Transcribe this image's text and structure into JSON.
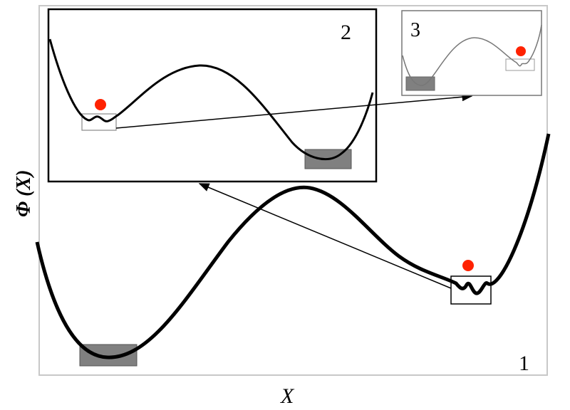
{
  "labels": {
    "panel_1": "1",
    "panel_2": "2",
    "panel_3": "3",
    "y_axis": "Φ (X)",
    "x_axis": "X"
  },
  "colors": {
    "curve": "#000000",
    "ball": "#ff2200",
    "well_fill": "#808080",
    "frame": "#c0c0c0"
  }
}
